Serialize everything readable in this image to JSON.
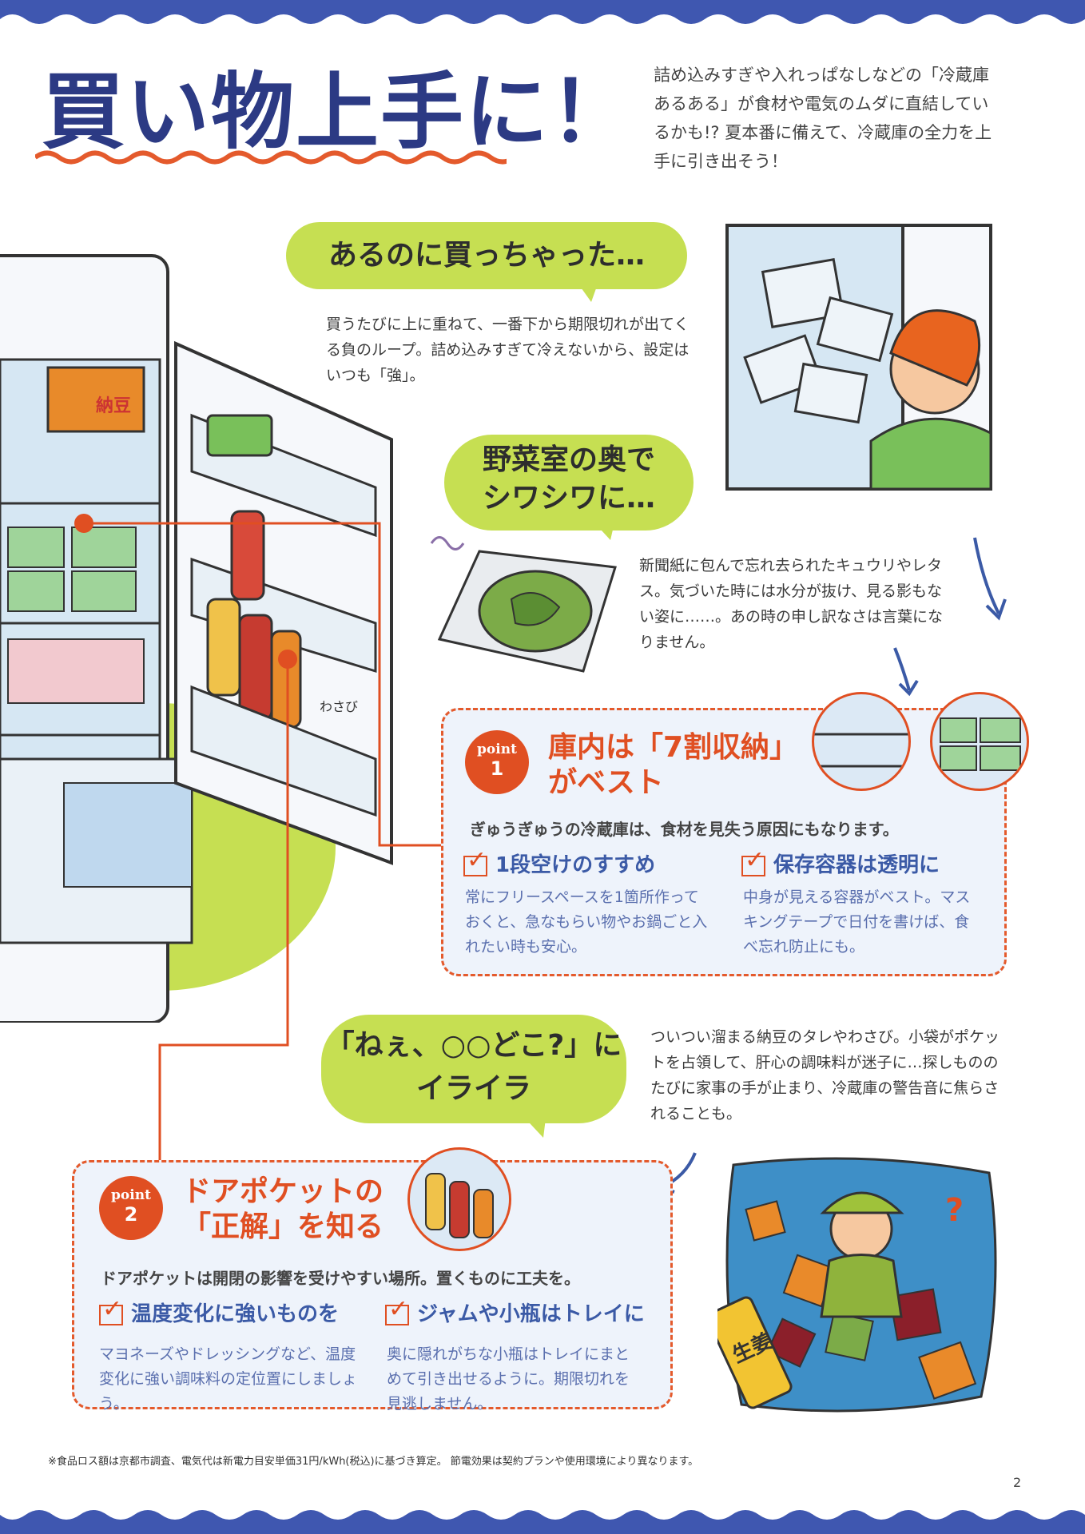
{
  "title": "買い物上手に！",
  "intro": "詰め込みすぎや入れっぱなしなどの「冷蔵庫あるある」が食材や電気のムダに直結しているかも!? 夏本番に備えて、冷蔵庫の全力を上手に引き出そう！",
  "bubbles": {
    "b1": "あるのに買っちゃった…",
    "b2_line1": "野菜室の奥で",
    "b2_line2": "シワシワに…",
    "b3_line1": "「ねぇ、○○どこ?」に",
    "b3_line2": "イライラ"
  },
  "texts": {
    "t1": "買うたびに上に重ねて、一番下から期限切れが出てくる負のループ。詰め込みすぎて冷えないから、設定はいつも「強」。",
    "t2": "新聞紙に包んで忘れ去られたキュウリやレタス。気づいた時には水分が抜け、見る影もない姿に……。あの時の申し訳なさは言葉になりません。",
    "t3": "ついつい溜まる納豆のタレやわさび。小袋がポケットを占領して、肝心の調味料が迷子に…探しもののたびに家事の手が止まり、冷蔵庫の警告音に焦らされることも。"
  },
  "point1": {
    "badge_word": "point",
    "badge_num": "1",
    "title_line1": "庫内は「7割収納」",
    "title_line2": "がベスト",
    "lead": "ぎゅうぎゅうの冷蔵庫は、食材を見失う原因にもなります。",
    "items": [
      {
        "head": "1段空けのすすめ",
        "body": "常にフリースペースを1箇所作っておくと、急なもらい物やお鍋ごと入れたい時も安心。"
      },
      {
        "head": "保存容器は透明に",
        "body": "中身が見える容器がベスト。マスキングテープで日付を書けば、食べ忘れ防止にも。"
      }
    ]
  },
  "point2": {
    "badge_word": "point",
    "badge_num": "2",
    "title_line1": "ドアポケットの",
    "title_line2": "「正解」を知る",
    "lead": "ドアポケットは開閉の影響を受けやすい場所。置くものに工夫を。",
    "items": [
      {
        "head": "温度変化に強いものを",
        "body": "マヨネーズやドレッシングなど、温度変化に強い調味料の定位置にしましょう。"
      },
      {
        "head": "ジャムや小瓶はトレイに",
        "body": "奥に隠れがちな小瓶はトレイにまとめて引き出せるように。期限切れを見逃しません。"
      }
    ]
  },
  "illustration_labels": {
    "natto": "納豆",
    "ginger": "生姜",
    "wasabi": "わさび",
    "question": "?"
  },
  "footnote": "※食品ロス額は京都市調査、電気代は新電力目安単価31円/kWh(税込)に基づき算定。 節電効果は契約プランや使用環境により異なります。",
  "page_number": "2",
  "colors": {
    "navy": "#2c3a84",
    "lime": "#c6df52",
    "orange": "#e04f22",
    "box_bg": "#eef3fb",
    "band": "#3f57b0"
  }
}
